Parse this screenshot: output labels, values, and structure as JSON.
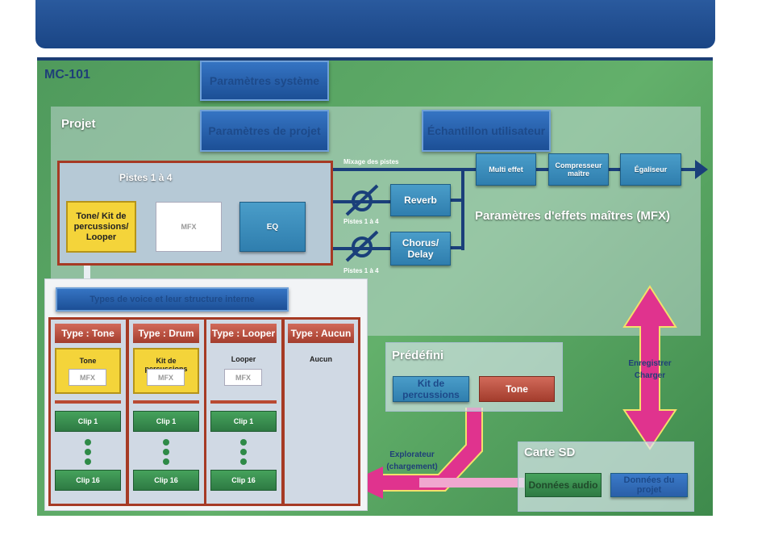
{
  "header": {
    "title": ""
  },
  "device": {
    "label": "MC-101"
  },
  "system_settings": "Paramètres système",
  "project": {
    "label": "Projet",
    "settings": "Paramètres de projet",
    "user_sample": "Échantillon utilisateur",
    "track_mixing": "Mixage des pistes"
  },
  "tracks": {
    "label": "Pistes 1 à 4",
    "source": "Tone/ Kit de percussions/ Looper",
    "mfx": "MFX",
    "eq": "EQ",
    "send_label_1": "Pistes 1 à 4",
    "send_label_2": "Pistes 1 à 4"
  },
  "effects": {
    "reverb": "Reverb",
    "chorus_delay": "Chorus/ Delay",
    "multi_effect": "Multi effet",
    "master_compressor": "Compresseur maître",
    "equalizer": "Égaliseur",
    "mfx_title": "Paramètres d'effets maîtres (MFX)"
  },
  "voice_types": {
    "title": "Types de voice et leur structure interne",
    "columns": [
      {
        "header": "Type : Tone",
        "content": "Tone",
        "mfx": "MFX",
        "clip_first": "Clip 1",
        "clip_last": "Clip 16"
      },
      {
        "header": "Type : Drum",
        "content": "Kit de percussions",
        "mfx": "MFX",
        "clip_first": "Clip 1",
        "clip_last": "Clip 16"
      },
      {
        "header": "Type : Looper",
        "content": "Looper",
        "mfx": "MFX",
        "clip_first": "Clip 1",
        "clip_last": "Clip 16"
      },
      {
        "header": "Type : Aucun",
        "content": "Aucun"
      }
    ]
  },
  "preset": {
    "label": "Prédéfini",
    "drum_kit": "Kit de percussions",
    "tone": "Tone"
  },
  "sd_card": {
    "label": "Carte SD",
    "audio_data": "Données audio",
    "project_data": "Données du projet"
  },
  "arrows": {
    "save_load": "Enregistrer Charger",
    "browser": "Explorateur (chargement)"
  },
  "colors": {
    "accent_blue": "#1c4f96",
    "green_bg": "#4f9a5c",
    "red_border": "#a63a24",
    "magenta": "#e0338e",
    "yellow": "#f4d43a"
  }
}
